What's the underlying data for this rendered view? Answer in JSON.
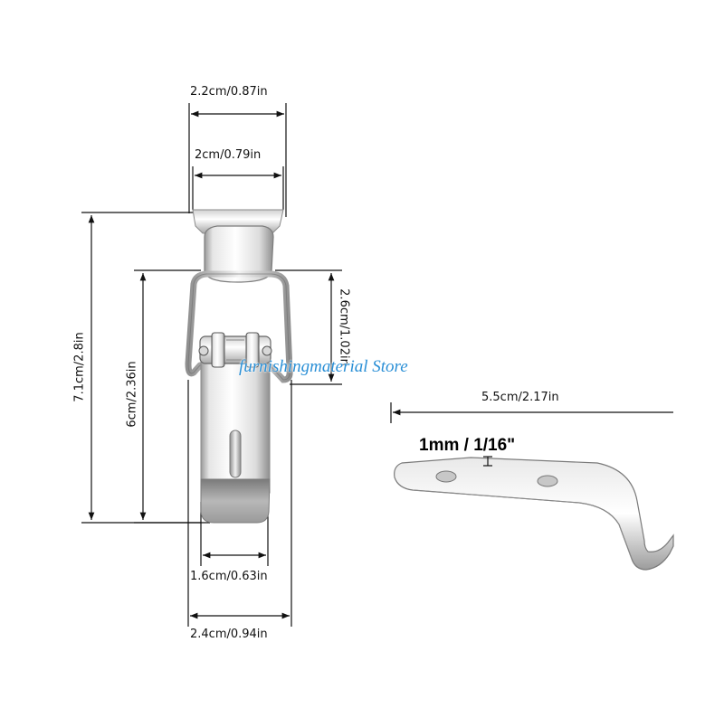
{
  "dimensions": {
    "top_outer_width": "2.2cm/0.87in",
    "top_inner_width": "2cm/0.79in",
    "total_length": "7.1cm/2.8in",
    "body_length": "6cm/2.36in",
    "loop_height": "2.6cm/1.02in",
    "bottom_inner_width": "1.6cm/0.63in",
    "bottom_outer_width": "2.4cm/0.94in",
    "catch_length": "5.5cm/2.17in",
    "thickness": "1mm / 1/16\""
  },
  "watermark": "furnishingmaterial Store",
  "colors": {
    "dimension_line": "#111111",
    "metal_light": "#f4f4f4",
    "metal_dark": "#8a8a8a",
    "watermark": "#2a8fd6"
  }
}
